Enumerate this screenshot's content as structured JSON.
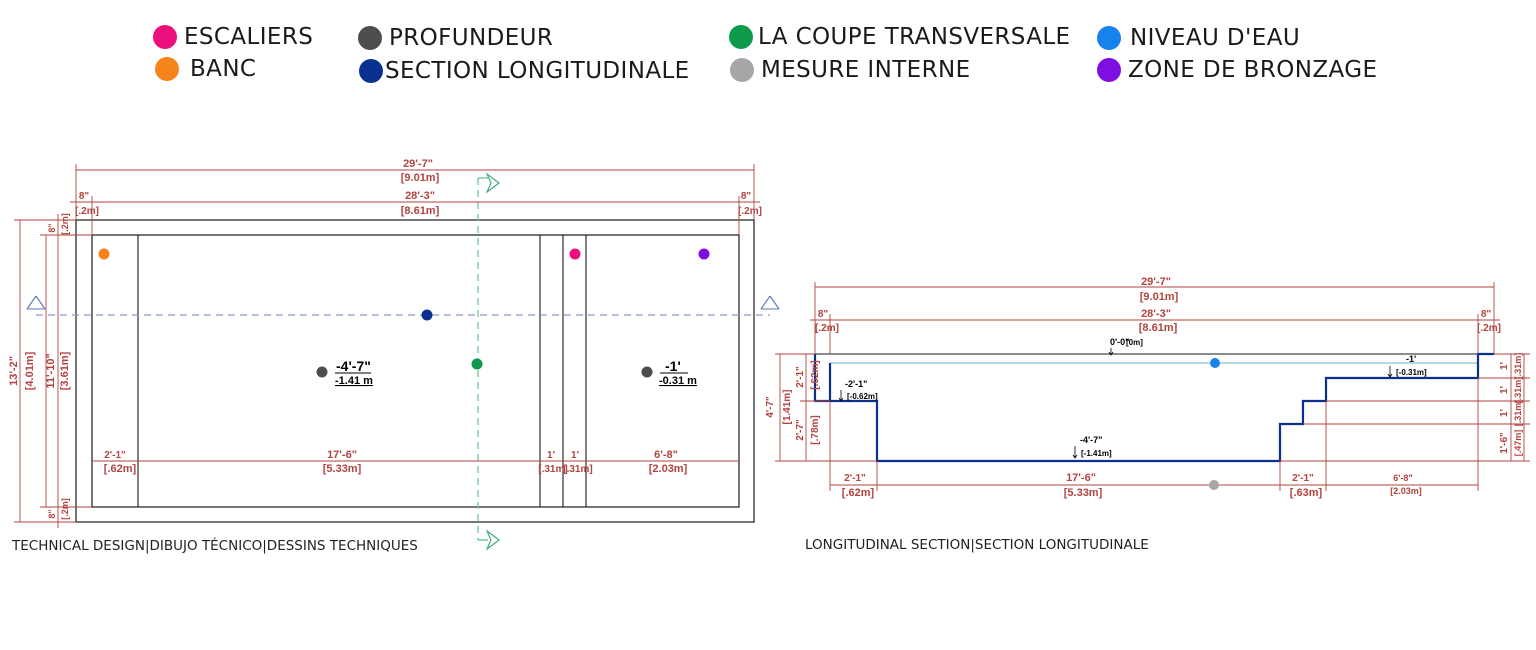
{
  "legend": [
    {
      "label": "ESCALIERS",
      "color": "#ec0f7e"
    },
    {
      "label": "BANC",
      "color": "#f7841b"
    },
    {
      "label": "PROFUNDEUR",
      "color": "#4d4d4d"
    },
    {
      "label": "SECTION LONGITUDINALE",
      "color": "#0b3190"
    },
    {
      "label": "LA COUPE TRANSVERSALE",
      "color": "#0e9a4d"
    },
    {
      "label": "MESURE INTERNE",
      "color": "#a6a6a6"
    },
    {
      "label": "NIVEAU D'EAU",
      "color": "#1782ec"
    },
    {
      "label": "ZONE DE BRONZAGE",
      "color": "#7f0fe0"
    }
  ],
  "plan": {
    "caption": "TECHNICAL DESIGN|DIBUJO TÉCNICO|DESSINS TECHNIQUES",
    "overall_length": {
      "ft": "29'-7\"",
      "m": "[9.01m]"
    },
    "inner_length": {
      "ft": "28'-3\"",
      "m": "[8.61m]"
    },
    "left_wall": {
      "ft": "8\"",
      "m": "[.2m]"
    },
    "right_wall": {
      "ft": "8\"",
      "m": "[.2m]"
    },
    "top_wall": {
      "ft": "8\"",
      "m": "[.2m]"
    },
    "bottom_wall": {
      "ft": "8\"",
      "m": "[.2m]"
    },
    "overall_width": {
      "ft": "13'-2\"",
      "m": "[4.01m]"
    },
    "inner_width": {
      "ft": "11'-10\"",
      "m": "[3.61m]"
    },
    "bottom_dims": [
      {
        "ft": "2'-1\"",
        "m": "[.62m]"
      },
      {
        "ft": "17'-6\"",
        "m": "[5.33m]"
      },
      {
        "ft": "1'",
        "m": "[.31m]"
      },
      {
        "ft": "1'",
        "m": "[.31m]"
      },
      {
        "ft": "6'-8\"",
        "m": "[2.03m]"
      }
    ],
    "depth_deep": {
      "ft": "-4'-7\"",
      "m": "-1.41 m"
    },
    "depth_shallow": {
      "ft": "-1'",
      "m": "-0.31 m"
    }
  },
  "section": {
    "caption": "LONGITUDINAL SECTION|SECTION LONGITUDINALE",
    "overall_length": {
      "ft": "29'-7\"",
      "m": "[9.01m]"
    },
    "inner_length": {
      "ft": "28'-3\"",
      "m": "[8.61m]"
    },
    "left_wall": {
      "ft": "8\"",
      "m": "[.2m]"
    },
    "right_wall": {
      "ft": "8\"",
      "m": "[.2m]"
    },
    "coping_level": {
      "ft": "0'-0\"",
      "m": "[0m]"
    },
    "bench_level": {
      "ft": "-2'-1\"",
      "m": "[-0.62m]"
    },
    "shallow_level": {
      "ft": "-1'",
      "m": "[-0.31m]"
    },
    "floor_level": {
      "ft": "-4'-7\"",
      "m": "[-1.41m]"
    },
    "left_total": {
      "ft": "4'-7\"",
      "m": "[1.41m]"
    },
    "left_upper": {
      "ft": "2'-1\"",
      "m": "[.62m]"
    },
    "left_lower": {
      "ft": "2'-7\"",
      "m": "[.78m]"
    },
    "right_dims": [
      {
        "ft": "1'",
        "m": "[.31m]"
      },
      {
        "ft": "1'",
        "m": "[.31m]"
      },
      {
        "ft": "1'",
        "m": "[.31m]"
      },
      {
        "ft": "1'-6\"",
        "m": "[.47m]"
      }
    ],
    "bottom_dims": [
      {
        "ft": "2'-1\"",
        "m": "[.62m]"
      },
      {
        "ft": "17'-6\"",
        "m": "[5.33m]"
      },
      {
        "ft": "2'-1\"",
        "m": "[.63m]"
      },
      {
        "ft": "6'-8\"",
        "m": "[2.03m]"
      }
    ]
  }
}
